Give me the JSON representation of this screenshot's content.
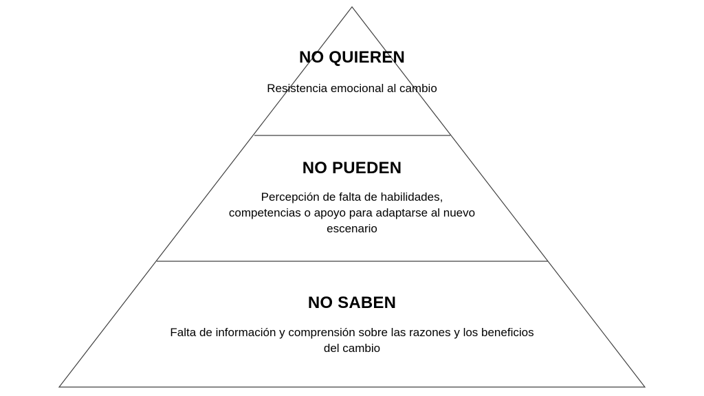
{
  "pyramid": {
    "tiers": [
      {
        "title": "NO QUIEREN",
        "description": "Resistencia emocional al cambio"
      },
      {
        "title": "NO PUEDEN",
        "description": "Percepción de falta de habilidades, competencias o apoyo para adaptarse al nuevo escenario"
      },
      {
        "title": "NO SABEN",
        "description": "Falta de información y comprensión sobre las razones y los beneficios del cambio"
      }
    ]
  }
}
